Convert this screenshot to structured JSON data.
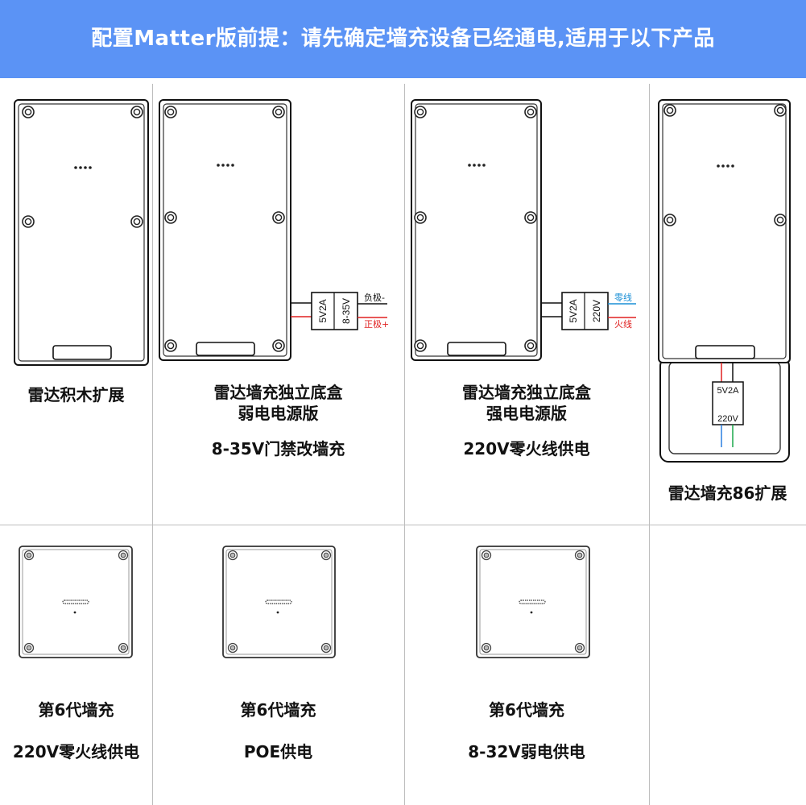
{
  "header": {
    "title": "配置Matter版前提：请先确定墙充设备已经通电,适用于以下产品"
  },
  "products": [
    {
      "name": "雷达积木扩展"
    },
    {
      "name": "雷达墙充独立底盒",
      "subname": "弱电电源版",
      "power": "8-35V门禁改墙充",
      "module": {
        "a": "5V2A",
        "b": "8-35V",
        "wire_top": "负极-",
        "wire_bottom": "正极+"
      }
    },
    {
      "name": "雷达墙充独立底盒",
      "subname": "强电电源版",
      "power": "220V零火线供电",
      "module": {
        "a": "5V2A",
        "b": "220V",
        "wire_top": "零线",
        "wire_bottom": "火线"
      }
    },
    {
      "name": "雷达墙充86扩展",
      "module": {
        "a": "5V2A",
        "b": "220V"
      }
    },
    {
      "name": "第6代墙充",
      "power": "220V零火线供电"
    },
    {
      "name": "第6代墙充",
      "power": "POE供电"
    },
    {
      "name": "第6代墙充",
      "power": "8-32V弱电供电"
    }
  ],
  "colors": {
    "header": "#5b93f5",
    "wire_neutral": "#1a8fd6",
    "wire_live": "#e02020",
    "wire_green": "#1aa84a",
    "wire_blue": "#2a7fe0"
  }
}
